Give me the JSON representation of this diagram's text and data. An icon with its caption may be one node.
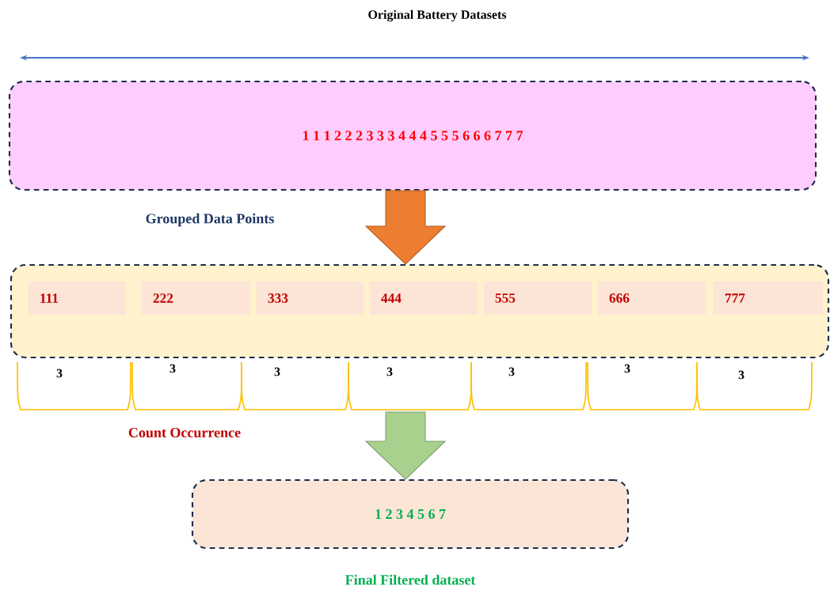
{
  "diagram": {
    "title": "Original Battery Datasets",
    "nodes": [
      {
        "text": [
          "1 1 1 2 2 2 3 3 3 4 4 4 5 5 5 6 6 6 7 7 7"
        ]
      },
      {
        "text": [],
        "shape": "box"
      },
      {
        "text": [
          "111"
        ],
        "in": 1
      },
      {
        "text": [
          "222"
        ],
        "in": 1
      },
      {
        "text": [
          "333"
        ],
        "in": 1
      },
      {
        "text": [
          "444"
        ],
        "in": 1
      },
      {
        "text": [
          "555"
        ],
        "in": 1
      },
      {
        "text": [
          "666"
        ],
        "in": 1
      },
      {
        "text": [
          "777"
        ],
        "in": 1
      },
      {
        "text": [
          "1 2 3 4 5 6 7"
        ],
        "beside": [
          "Final Filtered dataset"
        ]
      }
    ],
    "edges": [
      {
        "from": 0,
        "to": 1,
        "arrow": "to",
        "color": "#ed7d31"
      },
      {
        "from": 1,
        "to": 9,
        "arrow": "to",
        "color": "#a9d18e"
      }
    ],
    "labels": [
      "Grouped Data Points",
      "3",
      "3",
      "3",
      "3",
      "3",
      "3",
      "3",
      "Count Occurrence"
    ]
  }
}
